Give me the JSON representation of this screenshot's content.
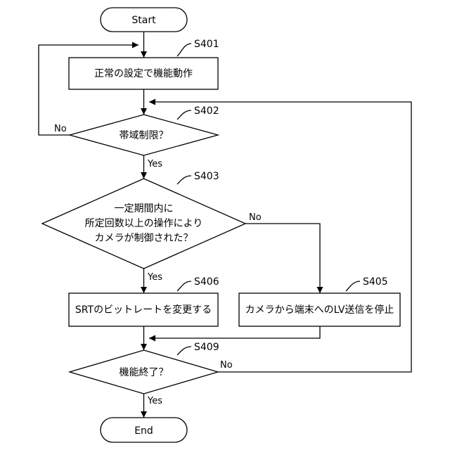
{
  "nodes": {
    "start": {
      "text": "Start"
    },
    "s401": {
      "step": "S401",
      "text": "正常の設定で機能動作"
    },
    "s402": {
      "step": "S402",
      "text": "帯域制限？"
    },
    "s403": {
      "step": "S403",
      "lines": [
        "一定期間内に",
        "所定回数以上の操作により",
        "カメラが制御された？"
      ]
    },
    "s405": {
      "step": "S405",
      "text": "カメラから端末へのLV送信を停止"
    },
    "s406": {
      "step": "S406",
      "text": "SRTのビットレートを変更する"
    },
    "s409": {
      "step": "S409",
      "text": "機能終了？"
    },
    "end": {
      "text": "End"
    }
  },
  "edge_labels": {
    "s402_no": "No",
    "s402_yes": "Yes",
    "s403_no": "No",
    "s403_yes": "Yes",
    "s409_no": "No",
    "s409_yes": "Yes"
  }
}
